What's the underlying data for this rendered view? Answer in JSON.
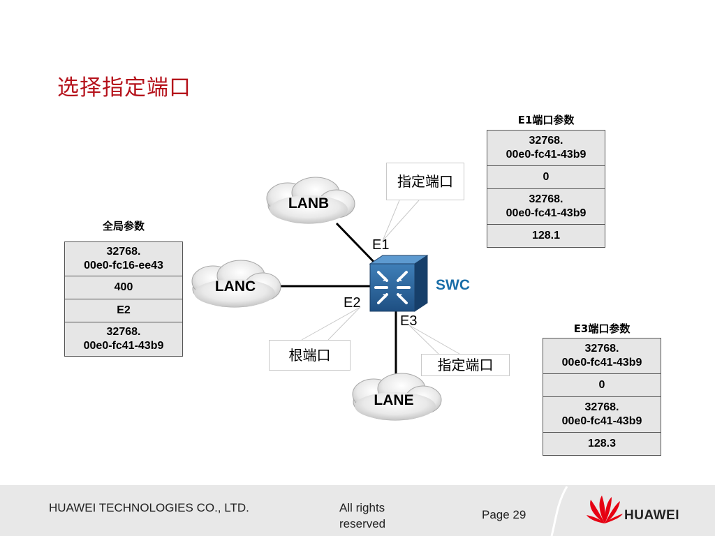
{
  "title": "选择指定端口",
  "global_params": {
    "caption": "全局参数",
    "rows": [
      "32768.\n00e0-fc16-ee43",
      "400",
      "E2",
      "32768.\n00e0-fc41-43b9"
    ]
  },
  "e1_params": {
    "caption": "E1端口参数",
    "rows": [
      "32768.\n00e0-fc41-43b9",
      "0",
      "32768.\n00e0-fc41-43b9",
      "128.1"
    ]
  },
  "e3_params": {
    "caption": "E3端口参数",
    "rows": [
      "32768.\n00e0-fc41-43b9",
      "0",
      "32768.\n00e0-fc41-43b9",
      "128.3"
    ]
  },
  "network": {
    "switch_label": "SWC",
    "clouds": {
      "lanb": "LANB",
      "lanc": "LANC",
      "lane": "LANE"
    },
    "ports": {
      "e1": "E1",
      "e2": "E2",
      "e3": "E3"
    },
    "callouts": {
      "e1": "指定端口",
      "e2": "根端口",
      "e3": "指定端口"
    }
  },
  "footer": {
    "company": "HUAWEI TECHNOLOGIES CO., LTD.",
    "rights": "All rights reserved",
    "page": "Page 29",
    "logo_text": "HUAWEI"
  },
  "colors": {
    "title": "#b5121b",
    "switch_label": "#1a6ea8",
    "logo": "#e60012"
  }
}
